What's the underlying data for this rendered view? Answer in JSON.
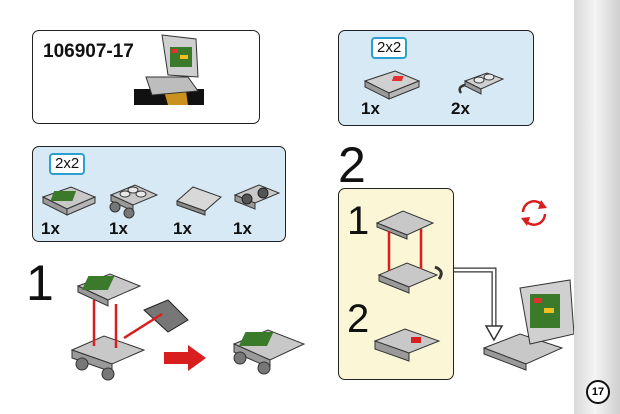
{
  "set": {
    "number": "106907-17"
  },
  "top_parts": {
    "size_tag": "2x2",
    "items": [
      {
        "qty": "1x",
        "icon": "tile-2x2-printed"
      },
      {
        "qty": "2x",
        "icon": "plate-1x2-clip"
      }
    ]
  },
  "left_parts": {
    "size_tag": "2x2",
    "items": [
      {
        "qty": "1x",
        "icon": "tile-2x2-printed"
      },
      {
        "qty": "1x",
        "icon": "plate-2x2-wheel-holder"
      },
      {
        "qty": "1x",
        "icon": "slope-1x2"
      },
      {
        "qty": "1x",
        "icon": "plate-1x2-clips"
      }
    ]
  },
  "steps": [
    {
      "number": "1"
    },
    {
      "number": "2",
      "substeps": [
        {
          "number": "1"
        },
        {
          "number": "2"
        }
      ]
    }
  ],
  "page": {
    "number": "17"
  },
  "colors": {
    "arrow": "#d81e1e",
    "callout_blue": "#d6e9f5",
    "callout_yellow": "#fbf6d6",
    "tag_border": "#2a9fd0"
  }
}
